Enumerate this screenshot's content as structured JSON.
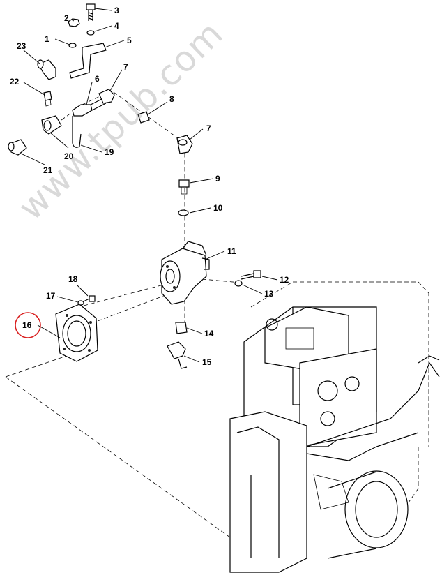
{
  "watermark": "www.tpub.com",
  "callouts": [
    "1",
    "2",
    "3",
    "4",
    "5",
    "6",
    "7",
    "7",
    "8",
    "9",
    "10",
    "11",
    "12",
    "13",
    "14",
    "15",
    "16",
    "17",
    "18",
    "19",
    "20",
    "21",
    "22",
    "23"
  ],
  "highlight_color": "#d92020"
}
